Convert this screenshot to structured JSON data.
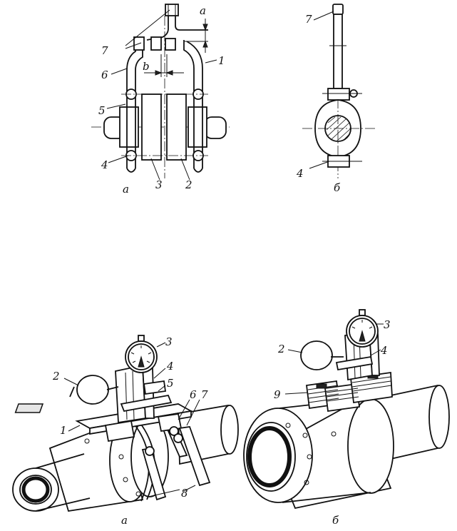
{
  "figure_top": {
    "view_a": {
      "callouts": [
        "7",
        "1",
        "6",
        "5",
        "4",
        "3",
        "2"
      ],
      "dim_a": "a",
      "dim_b": "b",
      "caption": "а"
    },
    "view_b": {
      "callouts": [
        "7",
        "4"
      ],
      "caption": "б"
    }
  },
  "figure_bottom": {
    "view_a": {
      "callouts": [
        "3",
        "2",
        "4",
        "5",
        "6",
        "7",
        "1",
        "8"
      ],
      "caption": "а"
    },
    "view_b": {
      "callouts": [
        "3",
        "2",
        "4",
        "9"
      ],
      "caption": "б"
    }
  }
}
